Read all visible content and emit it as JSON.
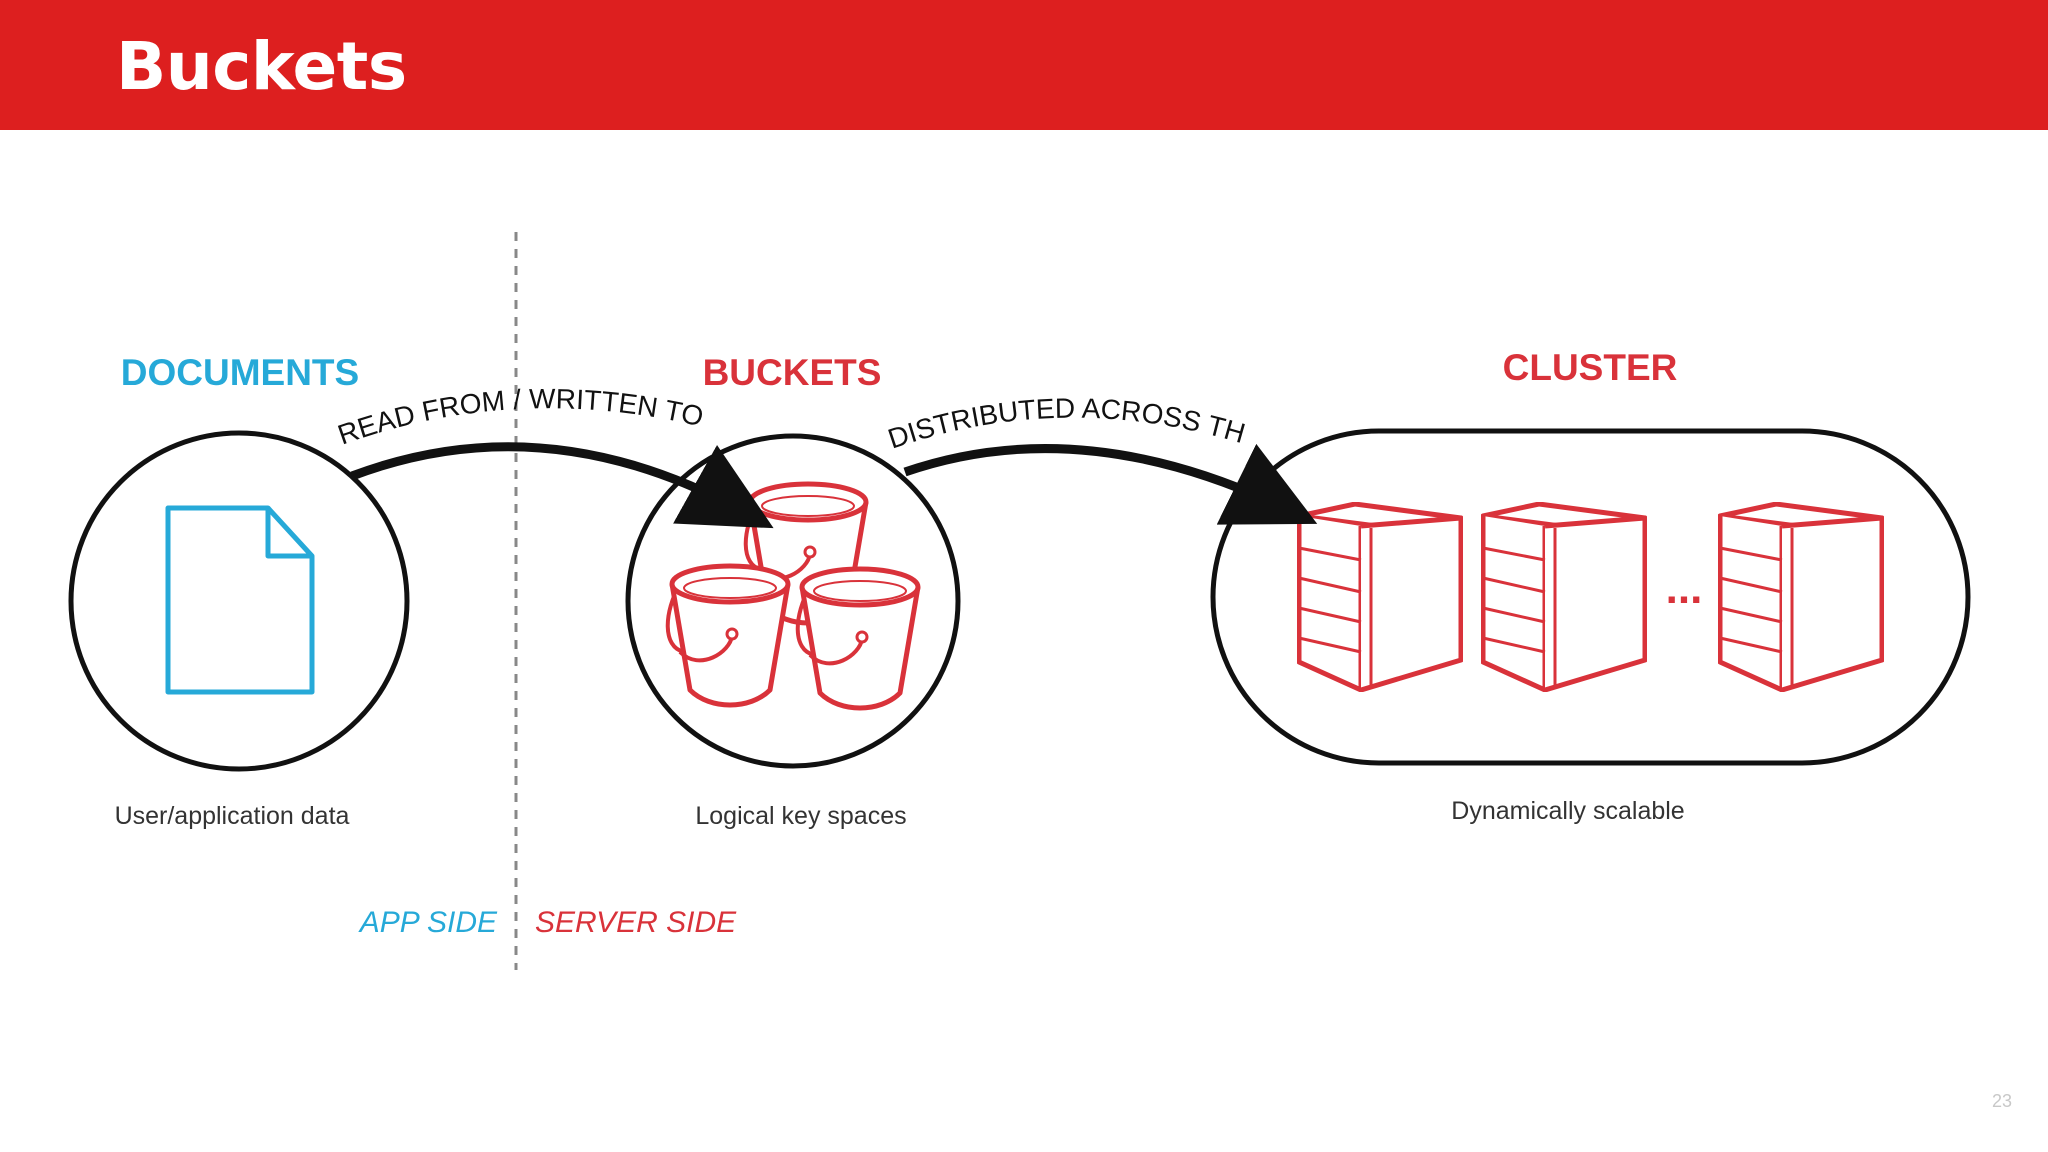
{
  "slide": {
    "title": "Buckets",
    "page_number": "23"
  },
  "colors": {
    "header": "#dd1f1f",
    "documents": "#26a9d8",
    "buckets": "#d9323a",
    "arrow": "#111111"
  },
  "sections": {
    "documents": {
      "label": "DOCUMENTS",
      "caption": "User/application data",
      "icon": "document-icon"
    },
    "buckets": {
      "label": "BUCKETS",
      "caption": "Logical key spaces",
      "icon": "bucket-icon"
    },
    "cluster": {
      "label": "CLUSTER",
      "caption": "Dynamically scalable",
      "icon": "server-icon",
      "ellipsis": "..."
    }
  },
  "arrows": {
    "read_written": "READ FROM / WRITTEN TO",
    "distributed": "DISTRIBUTED ACROSS THE"
  },
  "sides": {
    "app": "APP SIDE",
    "server": "SERVER SIDE"
  }
}
